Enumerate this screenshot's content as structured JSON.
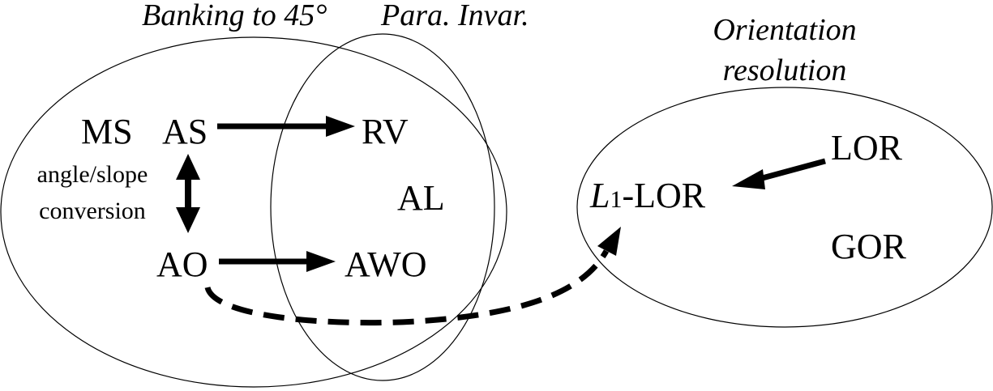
{
  "titles": {
    "left": "Banking to 45°",
    "middle": "Para. Invar.",
    "right_line1": "Orientation",
    "right_line2": "resolution"
  },
  "nodes": {
    "ms": "MS",
    "as": "AS",
    "rv": "RV",
    "al": "AL",
    "ao": "AO",
    "awo": "AWO",
    "lor": "LOR",
    "gor": "GOR",
    "l1lor_prefix": "L",
    "l1lor_sub": "1",
    "l1lor_suffix": "-LOR"
  },
  "conversion_label": {
    "line1": "angle/slope",
    "line2": "conversion"
  },
  "colors": {
    "stroke": "#000000",
    "background": "#ffffff"
  }
}
